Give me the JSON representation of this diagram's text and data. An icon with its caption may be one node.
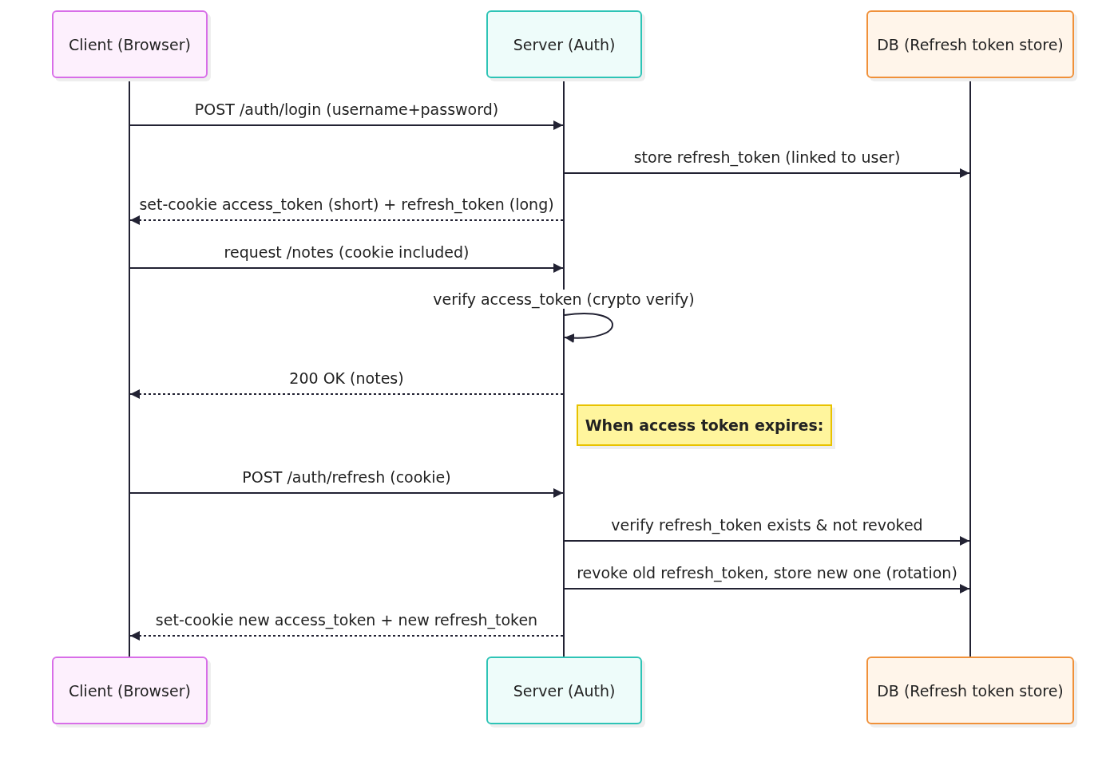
{
  "diagram": {
    "nodes": [
      {
        "text": [
          "Client (Browser)"
        ]
      },
      {
        "text": [
          "Server (Auth)"
        ]
      },
      {
        "text": [
          "DB (Refresh token store)"
        ]
      },
      {
        "text": [
          "Client (Browser)"
        ]
      },
      {
        "text": [
          "Server (Auth)"
        ]
      },
      {
        "text": [
          "DB (Refresh token store)"
        ]
      },
      {
        "text": [
          "When access token expires:"
        ]
      },
      {
        "text": [],
        "shape": "line"
      },
      {
        "text": [],
        "shape": "line"
      },
      {
        "text": [],
        "shape": "line"
      }
    ],
    "edges": [
      {
        "from": 7,
        "to": 8,
        "arrow": "to",
        "label": "POST /auth/login (username+password)"
      },
      {
        "from": 8,
        "to": 9,
        "arrow": "to",
        "label": "store refresh_token (linked to user)"
      },
      {
        "from": 8,
        "to": 7,
        "arrow": "to",
        "style": "dashed",
        "label": "set-cookie access_token (short) + refresh_token (long)"
      },
      {
        "from": 7,
        "to": 8,
        "arrow": "to",
        "label": "request /notes (cookie included)"
      },
      {
        "from": 8,
        "to": 8,
        "arrow": "to",
        "label": "verify access_token (crypto verify)"
      },
      {
        "from": 8,
        "to": 7,
        "arrow": "to",
        "style": "dashed",
        "label": "200 OK (notes)"
      },
      {
        "from": 7,
        "to": 8,
        "arrow": "to",
        "label": "POST /auth/refresh (cookie)"
      },
      {
        "from": 8,
        "to": 9,
        "arrow": "to",
        "label": "verify refresh_token exists & not revoked"
      },
      {
        "from": 8,
        "to": 9,
        "arrow": "to",
        "label": "revoke old refresh_token, store new one (rotation)"
      },
      {
        "from": 8,
        "to": 7,
        "arrow": "to",
        "style": "dashed",
        "label": "set-cookie new access_token + new refresh_token"
      }
    ]
  }
}
